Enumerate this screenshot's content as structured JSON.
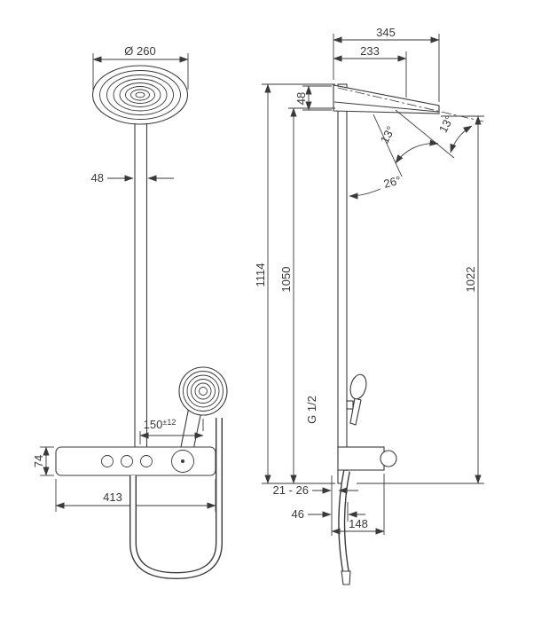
{
  "meta": {
    "ink_color": "#3a3a3a",
    "background": "#ffffff"
  },
  "front_view": {
    "head_diameter": "Ø 260",
    "pipe_width": "48",
    "handshower_offset": "150",
    "handshower_offset_tolerance": "±12",
    "shelf_height": "74",
    "shelf_width": "413"
  },
  "side_view": {
    "total_reach": "345",
    "head_reach": "233",
    "head_mount_height": "48",
    "spray_angle_left": "13°",
    "spray_angle_right": "13°",
    "head_angle": "26°",
    "total_height": "1114",
    "bar_height": "1050",
    "head_height": "1022",
    "connection_thread": "G 1/2",
    "wall_distance": "21 - 26",
    "hose_offset": "46",
    "shelf_depth": "148"
  }
}
